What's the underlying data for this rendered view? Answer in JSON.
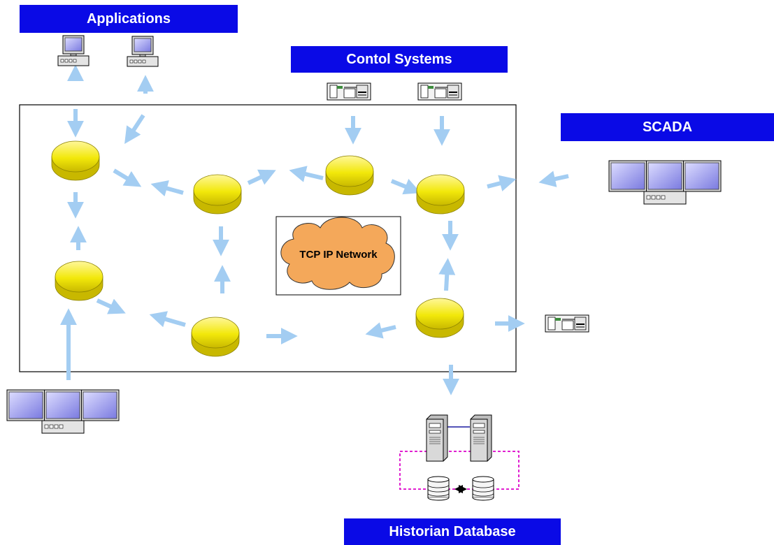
{
  "banners": {
    "applications": "Applications",
    "control_systems": "Contol Systems",
    "scada": "SCADA",
    "historian": "Historian Database"
  },
  "network": {
    "label": "TCP IP Network"
  },
  "colors": {
    "banner_bg": "#0a0ae6",
    "banner_text": "#ffffff",
    "arrow": "#a3cdf2",
    "node_fill": "#f2e80a",
    "cloud_fill": "#f4a85a",
    "link_dashed": "#e020d0"
  },
  "icons": [
    "workstation-icon",
    "control-unit-icon",
    "triple-monitor-icon",
    "server-tower-icon",
    "database-disk-icon",
    "node-disk-icon",
    "cloud-icon"
  ]
}
